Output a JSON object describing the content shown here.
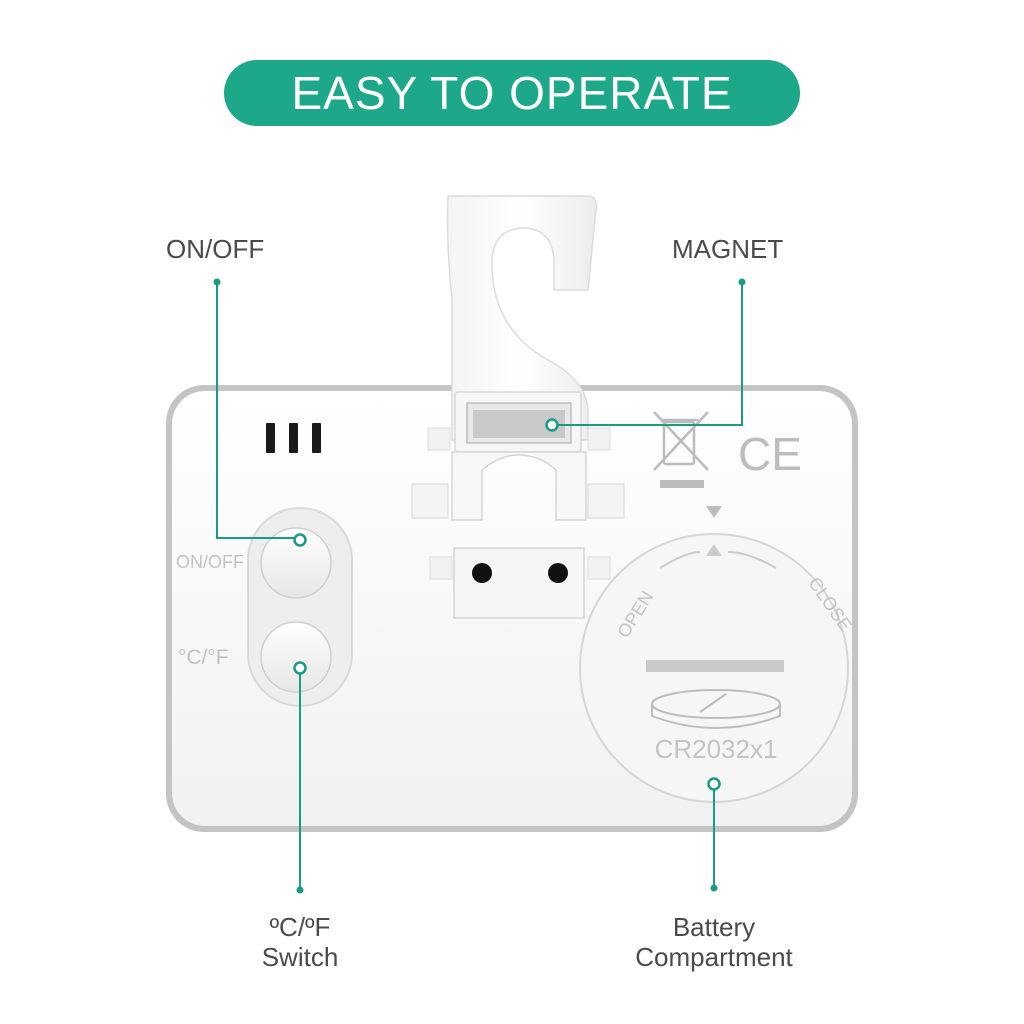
{
  "banner": {
    "title": "EASY TO OPERATE",
    "color": "#1ea88a"
  },
  "callouts": {
    "on_off": "ON/OFF",
    "magnet": "MAGNET",
    "temp_switch_line1": "ºC/ºF",
    "temp_switch_line2": "Switch",
    "battery_line1": "Battery",
    "battery_line2": "Compartment"
  },
  "device": {
    "on_off_label": "ON/OFF",
    "temp_label": "°C/°F",
    "open_label": "OPEN",
    "close_label": "CLOSE",
    "battery_label": "CR2032x1",
    "ce_mark": "CE"
  },
  "colors": {
    "accent": "#1ea88a",
    "leader": "#1a9c84",
    "device": "#ffffff",
    "rim": "#b9b9b9"
  },
  "icons": [
    "recycle-bin-crossed-icon",
    "ce-mark-icon",
    "arrow-down-icon",
    "coin-battery-icon"
  ]
}
